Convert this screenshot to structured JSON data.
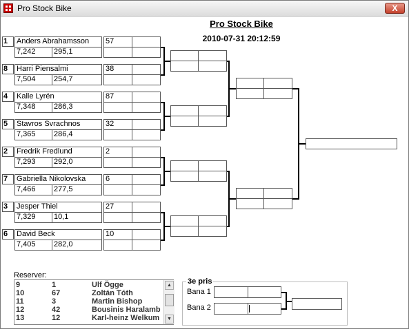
{
  "window": {
    "title": "Pro Stock Bike",
    "close_label": "X"
  },
  "event": {
    "title": "Pro Stock Bike",
    "datetime": "2010-07-31 20:12:59"
  },
  "round1": [
    {
      "seed": "1",
      "name": "Anders Abrahamsson",
      "et": "7,242",
      "speed": "295,1",
      "number": "57"
    },
    {
      "seed": "8",
      "name": "Harri Piensalmi",
      "et": "7,504",
      "speed": "254,7",
      "number": "38"
    },
    {
      "seed": "4",
      "name": "Kalle Lyrén",
      "et": "7,348",
      "speed": "286,3",
      "number": "87"
    },
    {
      "seed": "5",
      "name": "Stavros Svrachnos",
      "et": "7,365",
      "speed": "286,4",
      "number": "32"
    },
    {
      "seed": "2",
      "name": "Fredrik Fredlund",
      "et": "7,293",
      "speed": "292,0",
      "number": "2"
    },
    {
      "seed": "7",
      "name": "Gabriella Nikolovska",
      "et": "7,466",
      "speed": "277,5",
      "number": "6"
    },
    {
      "seed": "3",
      "name": "Jesper Thiel",
      "et": "7,329",
      "speed": "10,1",
      "number": "27"
    },
    {
      "seed": "6",
      "name": "David Beck",
      "et": "7,405",
      "speed": "282,0",
      "number": "10"
    }
  ],
  "reserves": {
    "label": "Reserver:",
    "rows": [
      {
        "pos": "9",
        "number": "1",
        "name": "Ulf Ögge"
      },
      {
        "pos": "10",
        "number": "67",
        "name": "Zoltán Tóth"
      },
      {
        "pos": "11",
        "number": "3",
        "name": "Martin Bishop"
      },
      {
        "pos": "12",
        "number": "42",
        "name": "Bousinis Haralamb"
      },
      {
        "pos": "13",
        "number": "12",
        "name": "Karl-heinz Welkum"
      }
    ]
  },
  "third_place": {
    "title": "3e pris",
    "lane1": "Bana 1",
    "lane2": "Bana 2"
  }
}
